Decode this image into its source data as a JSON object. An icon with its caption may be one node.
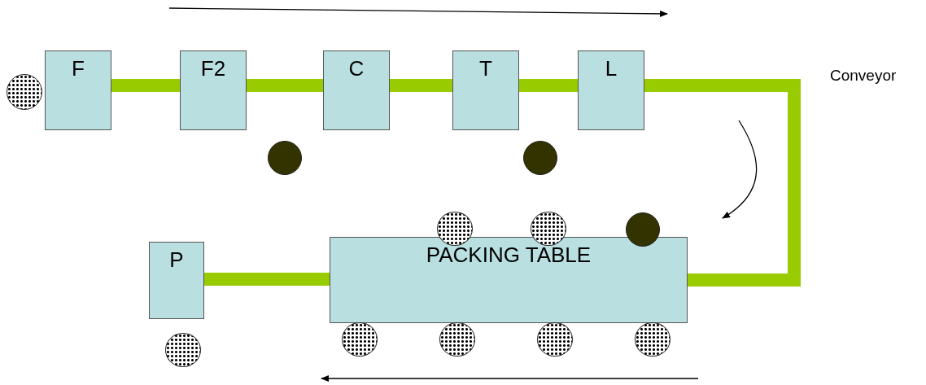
{
  "diagram": {
    "nodes": [
      {
        "text": [
          "F"
        ]
      },
      {
        "text": [
          "F2"
        ]
      },
      {
        "text": [
          "C"
        ]
      },
      {
        "text": [
          "T"
        ]
      },
      {
        "text": [
          "L"
        ]
      },
      {
        "text": [
          "PACKING TABLE"
        ]
      },
      {
        "text": [
          "P"
        ]
      },
      {
        "text": [],
        "shape": "circle"
      },
      {
        "text": [],
        "shape": "circle"
      },
      {
        "text": [],
        "shape": "circle"
      },
      {
        "text": [],
        "shape": "circle"
      },
      {
        "text": [],
        "shape": "circle"
      },
      {
        "text": [],
        "shape": "circle"
      },
      {
        "text": [],
        "shape": "circle"
      },
      {
        "text": [],
        "shape": "circle"
      },
      {
        "text": [],
        "shape": "circle"
      },
      {
        "text": [],
        "shape": "circle"
      },
      {
        "text": [],
        "shape": "circle"
      }
    ],
    "edges": [
      {
        "from": 0,
        "to": 1,
        "arrow": "none"
      },
      {
        "from": 1,
        "to": 2,
        "arrow": "none"
      },
      {
        "from": 2,
        "to": 3,
        "arrow": "none"
      },
      {
        "from": 3,
        "to": 4,
        "arrow": "none"
      },
      {
        "from": 4,
        "to": 5,
        "arrow": "none"
      },
      {
        "from": 5,
        "to": 6,
        "arrow": "none"
      }
    ],
    "labels": [
      "Conveyor"
    ]
  }
}
